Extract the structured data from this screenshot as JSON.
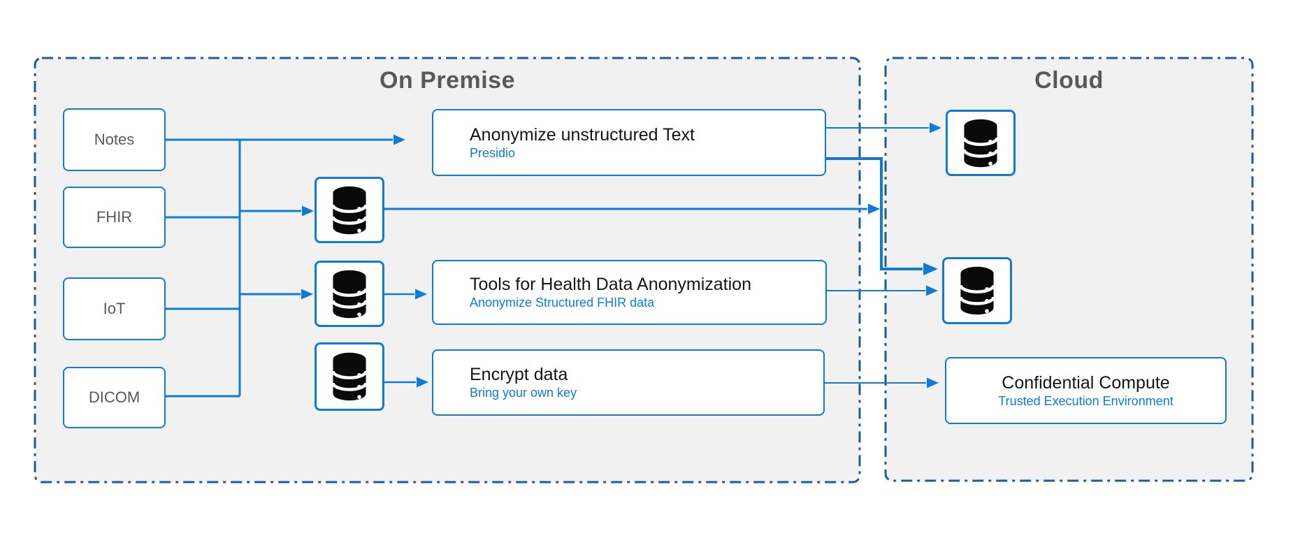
{
  "zones": {
    "on_premise": {
      "title": "On Premise"
    },
    "cloud": {
      "title": "Cloud"
    }
  },
  "sources": {
    "notes": "Notes",
    "fhir": "FHIR",
    "iot": "IoT",
    "dicom": "DICOM"
  },
  "processes": {
    "anonymize_text": {
      "title": "Anonymize unstructured Text",
      "subtitle": "Presidio"
    },
    "tools_health": {
      "title": "Tools for Health Data Anonymization",
      "subtitle": "Anonymize Structured FHIR data"
    },
    "encrypt": {
      "title": "Encrypt data",
      "subtitle": "Bring your own key"
    }
  },
  "cloud_services": {
    "confidential_compute": {
      "title": "Confidential Compute",
      "subtitle": "Trusted Execution Environment"
    }
  },
  "icons": {
    "database": "database-icon"
  },
  "colors": {
    "accent": "#0f7bd4",
    "container_border": "#1e5b97",
    "container_fill": "#f1f1f2",
    "subtitle_blue": "#0b7cd8",
    "text_dark": "#151515",
    "text_gray": "#595959",
    "icon_black": "#0a0a0a"
  }
}
